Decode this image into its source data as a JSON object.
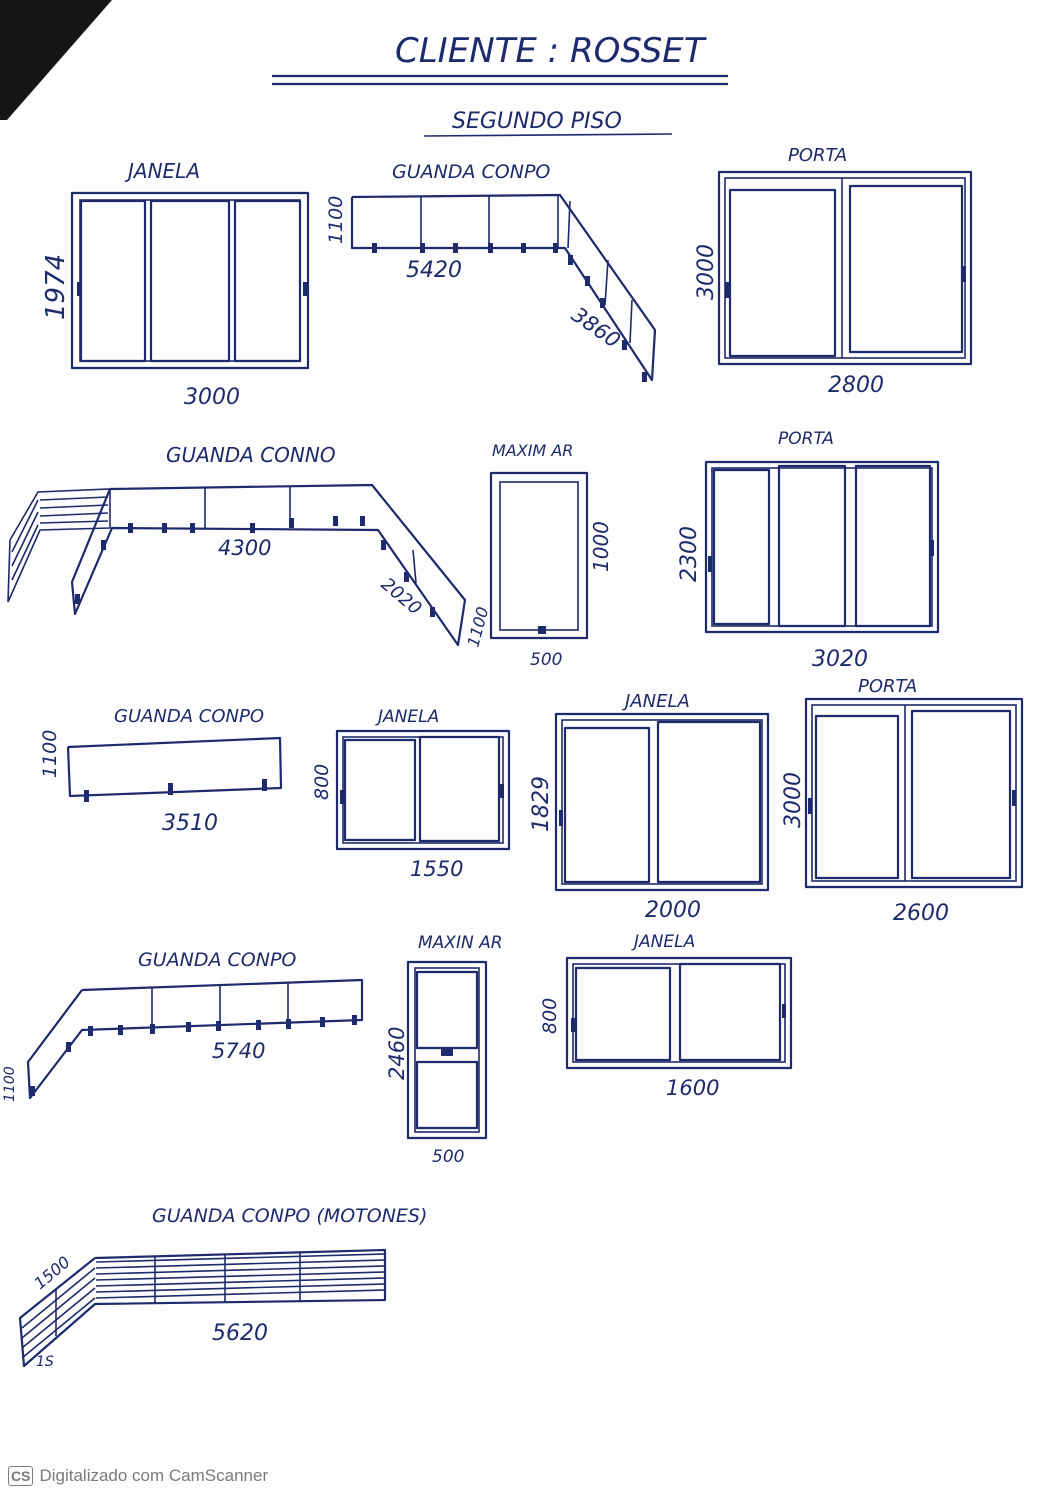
{
  "header": {
    "title": "CLIENTE : ROSSET",
    "subtitle": "SEGUNDO PISO"
  },
  "items": [
    {
      "key": "janela_1",
      "label": "JANELA",
      "width": "3000",
      "height": "1974"
    },
    {
      "key": "guarda_1",
      "label": "GUANDA CONPO",
      "height": "1100",
      "length_a": "5420",
      "length_b": "3860"
    },
    {
      "key": "porta_1",
      "label": "PORTA",
      "width": "2800",
      "height": "3000"
    },
    {
      "key": "guarda_2",
      "label": "GUANDA CONNO",
      "length_a": "4300",
      "length_b": "2020",
      "height": "1100"
    },
    {
      "key": "maxim_1",
      "label": "MAXIM AR",
      "width": "500",
      "height": "1000"
    },
    {
      "key": "porta_2",
      "label": "PORTA",
      "width": "3020",
      "height": "2300"
    },
    {
      "key": "guarda_3",
      "label": "GUANDA CONPO",
      "height": "1100",
      "length": "3510"
    },
    {
      "key": "janela_2",
      "label": "JANELA",
      "width": "1550",
      "height": "800"
    },
    {
      "key": "janela_3",
      "label": "JANELA",
      "width": "2000",
      "height": "1829"
    },
    {
      "key": "porta_3",
      "label": "PORTA",
      "width": "2600",
      "height": "3000"
    },
    {
      "key": "guarda_4",
      "label": "GUANDA CONPO",
      "length": "5740",
      "height": "1100"
    },
    {
      "key": "maxim_2",
      "label": "MAXIN AR",
      "width": "500",
      "height": "2460"
    },
    {
      "key": "janela_4",
      "label": "JANELA",
      "width": "1600",
      "height": "800"
    },
    {
      "key": "guarda_5",
      "label": "GUANDA CONPO (MOTONES)",
      "height": "1500",
      "length": "5620",
      "side": "1S"
    }
  ],
  "footer": {
    "logo": "CS",
    "text": "Digitalizado com CamScanner"
  },
  "colors": {
    "ink": "#1d2a6b",
    "paper": "#fdfdfd",
    "corner": "#111111",
    "footer": "#7b7b7b"
  }
}
